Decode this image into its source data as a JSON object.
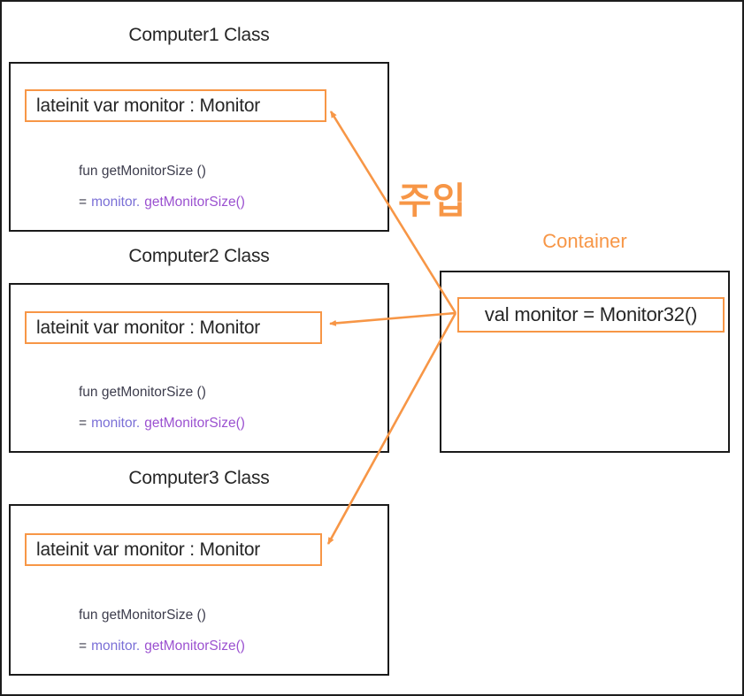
{
  "injection_label": "주입",
  "container": {
    "title": "Container",
    "binding": "val monitor = Monitor32()"
  },
  "computers": [
    {
      "title": "Computer1 Class",
      "field": "lateinit var monitor : Monitor",
      "code_signature": "fun getMonitorSize ()",
      "code_equals": "=",
      "code_receiver": "monitor.",
      "code_call": "getMonitorSize()"
    },
    {
      "title": "Computer2 Class",
      "field": "lateinit var monitor : Monitor",
      "code_signature": "fun getMonitorSize ()",
      "code_equals": "=",
      "code_receiver": "monitor.",
      "code_call": "getMonitorSize()"
    },
    {
      "title": "Computer3 Class",
      "field": "lateinit var monitor : Monitor",
      "code_signature": "fun getMonitorSize ()",
      "code_equals": "=",
      "code_receiver": "monitor.",
      "code_call": "getMonitorSize()"
    }
  ],
  "colors": {
    "accent_orange": "#F79646",
    "box_border": "#1A1A1A",
    "title_text": "#262626",
    "code_text": "#3D3D4D",
    "code_receiver": "#7A6FD6",
    "code_call": "#9B51D0"
  }
}
